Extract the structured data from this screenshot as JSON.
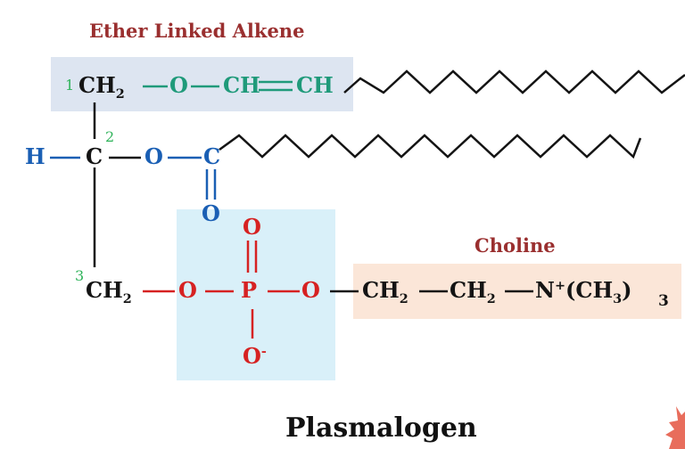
{
  "labels": {
    "ether_linked_alkene": "Ether Linked Alkene",
    "choline": "Choline",
    "title": "Plasmalogen"
  },
  "carbon_numbers": [
    "1",
    "2",
    "3"
  ],
  "atoms": {
    "row1": {
      "ch2": "CH",
      "ch2_sub": "2",
      "o": "O",
      "ch_a": "CH",
      "ch_b": "CH"
    },
    "row2": {
      "h": "H",
      "c": "C",
      "o": "O",
      "c_carbonyl": "C",
      "o_carbonyl": "O"
    },
    "row3": {
      "ch2": "CH",
      "ch2_sub": "2",
      "o_left": "O",
      "p": "P",
      "o_right": "O",
      "o_top": "O",
      "o_bottom": "O",
      "o_bottom_charge": "-",
      "choline_ch2a": "CH",
      "choline_ch2a_sub": "2",
      "choline_ch2b": "CH",
      "choline_ch2b_sub": "2",
      "n": "N",
      "n_charge": "+",
      "ch3": "(CH",
      "ch3_sub": "3",
      "ch3_close": ")",
      "ch3_multiplier": "3"
    }
  },
  "colors": {
    "label_red": "#9a2f2f",
    "ether_green": "#1f9a7a",
    "hydroxyl_blue": "#1a5fb4",
    "phosphate_red": "#d62222",
    "ether_box": "#dde5f1",
    "phosphate_box": "#d9f0f9",
    "choline_box": "#fbe6d8"
  }
}
